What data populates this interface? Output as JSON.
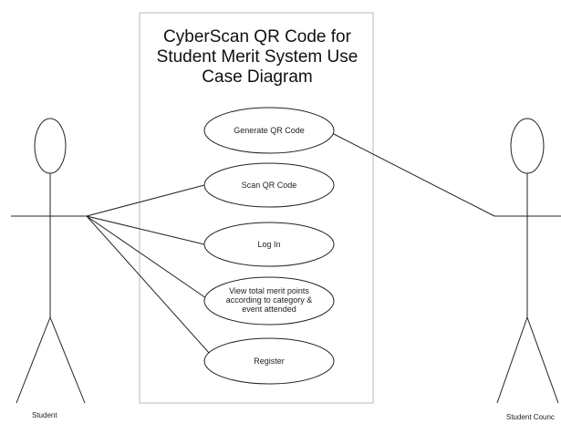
{
  "system": {
    "title_lines": [
      "CyberScan QR Code for",
      "Student Merit System Use",
      "Case Diagram"
    ]
  },
  "actors": [
    {
      "id": "student",
      "label": "Student"
    },
    {
      "id": "council",
      "label": "Student Counc"
    }
  ],
  "use_cases": [
    {
      "id": "generate",
      "lines": [
        "Generate QR Code"
      ]
    },
    {
      "id": "scan",
      "lines": [
        "Scan QR Code"
      ]
    },
    {
      "id": "login",
      "lines": [
        "Log In"
      ]
    },
    {
      "id": "view",
      "lines": [
        "View total merit points",
        "according to category &",
        "event attended"
      ]
    },
    {
      "id": "register",
      "lines": [
        "Register"
      ]
    }
  ],
  "associations": [
    {
      "from": "student",
      "to": "scan"
    },
    {
      "from": "student",
      "to": "login"
    },
    {
      "from": "student",
      "to": "view"
    },
    {
      "from": "student",
      "to": "register"
    },
    {
      "from": "council",
      "to": "generate"
    }
  ],
  "colors": {
    "stroke": "#222222",
    "boundary": "#bbbbbb",
    "text": "#111111"
  }
}
